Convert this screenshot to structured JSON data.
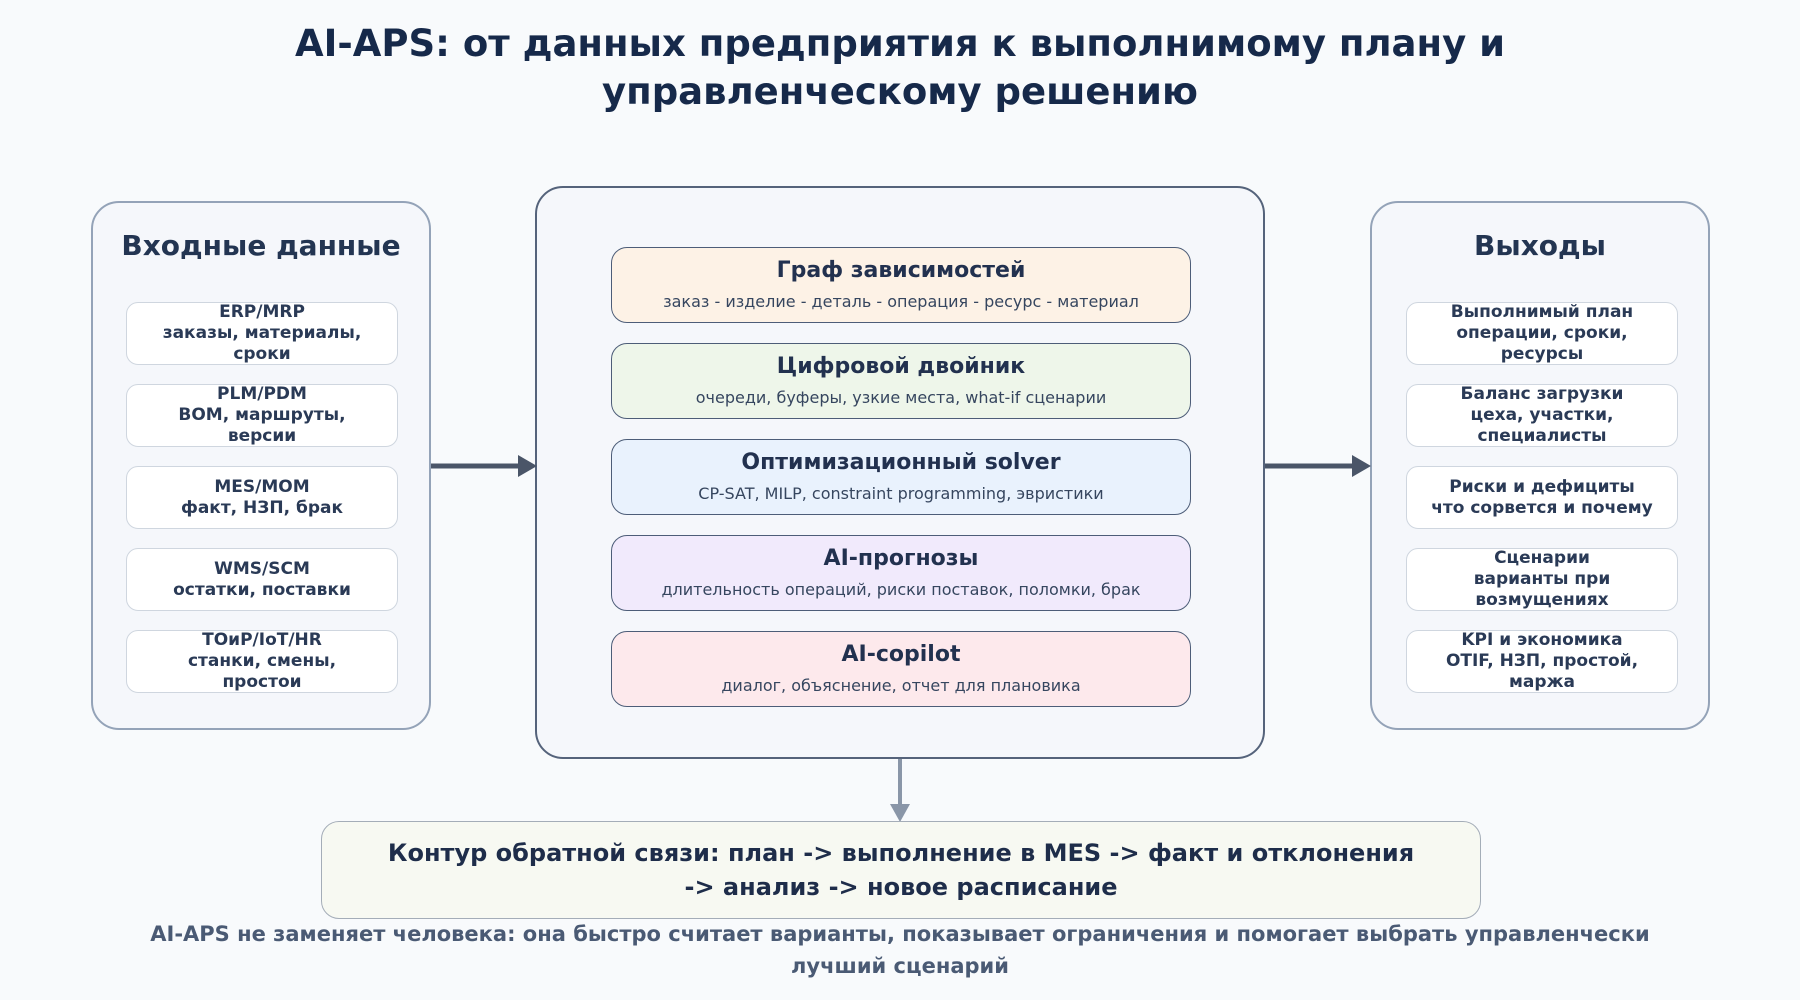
{
  "title": "AI-APS: от данных предприятия к выполнимому плану и управленческому решению",
  "inputs": {
    "title": "Входные данные",
    "items": [
      {
        "line1": "ERP/MRP",
        "line2": "заказы, материалы,",
        "line3": "сроки"
      },
      {
        "line1": "PLM/PDM",
        "line2": "BOM, маршруты,",
        "line3": "версии"
      },
      {
        "line1": "MES/MOM",
        "line2": "факт, НЗП, брак",
        "line3": ""
      },
      {
        "line1": "WMS/SCM",
        "line2": "остатки, поставки",
        "line3": ""
      },
      {
        "line1": "ТОиР/IoT/HR",
        "line2": "станки, смены,",
        "line3": "простои"
      }
    ]
  },
  "core": {
    "modules": [
      {
        "title": "Граф зависимостей",
        "subtitle": "заказ - изделие - деталь - операция - ресурс - материал",
        "color": "#fdf2e6"
      },
      {
        "title": "Цифровой двойник",
        "subtitle": "очереди, буферы, узкие места, what-if сценарии",
        "color": "#eef6ea"
      },
      {
        "title": "Оптимизационный solver",
        "subtitle": "CP-SAT, MILP, constraint programming, эвристики",
        "color": "#e9f2fd"
      },
      {
        "title": "AI-прогнозы",
        "subtitle": "длительность операций, риски поставок, поломки, брак",
        "color": "#f1eafc"
      },
      {
        "title": "AI-copilot",
        "subtitle": "диалог, объяснение, отчет для плановика",
        "color": "#fde9ec"
      }
    ]
  },
  "outputs": {
    "title": "Выходы",
    "items": [
      {
        "line1": "Выполнимый план",
        "line2": "операции, сроки,",
        "line3": "ресурсы"
      },
      {
        "line1": "Баланс загрузки",
        "line2": "цеха, участки,",
        "line3": "специалисты"
      },
      {
        "line1": "Риски и дефициты",
        "line2": "что сорвется и почему",
        "line3": ""
      },
      {
        "line1": "Сценарии",
        "line2": "варианты при",
        "line3": "возмущениях"
      },
      {
        "line1": "KPI и экономика",
        "line2": "OTIF, НЗП, простой,",
        "line3": "маржа"
      }
    ]
  },
  "feedback": {
    "line1": "Контур обратной связи: план -> выполнение в MES -> факт и отклонения",
    "line2": "-> анализ -> новое расписание"
  },
  "footer": {
    "line1": "AI-APS не заменяет человека: она быстро считает варианты, показывает ограничения и помогает выбрать управленчески",
    "line2": "лучший сценарий"
  },
  "colors": {
    "accent_dark": "#4a5568",
    "arrow_down": "#8a96a8"
  }
}
